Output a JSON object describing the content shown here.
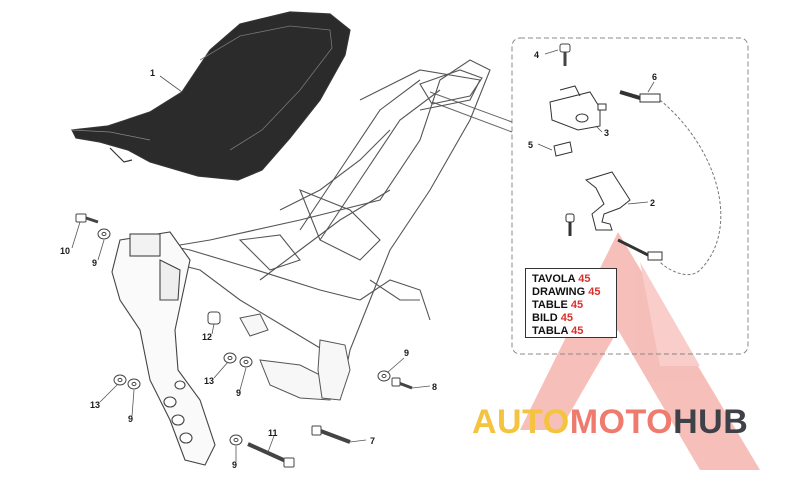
{
  "callouts": [
    {
      "id": "1",
      "label": "1"
    },
    {
      "id": "2",
      "label": "2"
    },
    {
      "id": "3",
      "label": "3"
    },
    {
      "id": "4",
      "label": "4"
    },
    {
      "id": "5",
      "label": "5"
    },
    {
      "id": "6",
      "label": "6"
    },
    {
      "id": "7",
      "label": "7"
    },
    {
      "id": "8",
      "label": "8"
    },
    {
      "id": "9a",
      "label": "9"
    },
    {
      "id": "9b",
      "label": "9"
    },
    {
      "id": "9c",
      "label": "9"
    },
    {
      "id": "9d",
      "label": "9"
    },
    {
      "id": "9e",
      "label": "9"
    },
    {
      "id": "10",
      "label": "10"
    },
    {
      "id": "11",
      "label": "11"
    },
    {
      "id": "12",
      "label": "12"
    },
    {
      "id": "13a",
      "label": "13"
    },
    {
      "id": "13b",
      "label": "13"
    }
  ],
  "reference_table": [
    {
      "word": "TAVOLA",
      "number": "45"
    },
    {
      "word": "DRAWING",
      "number": "45"
    },
    {
      "word": "TABLE",
      "number": "45"
    },
    {
      "word": "BILD",
      "number": "45"
    },
    {
      "word": "TABLA",
      "number": "45"
    }
  ],
  "watermark": {
    "part1": "AUTO",
    "part2": "MOTO",
    "part3": "HUB"
  },
  "colors": {
    "line": "#555555",
    "text": "#1a1a1a",
    "accent_red": "#d9302c",
    "watermark_yellow": "#f4c340",
    "watermark_salmon": "#ee7b6e",
    "watermark_dark": "#3f4148"
  }
}
